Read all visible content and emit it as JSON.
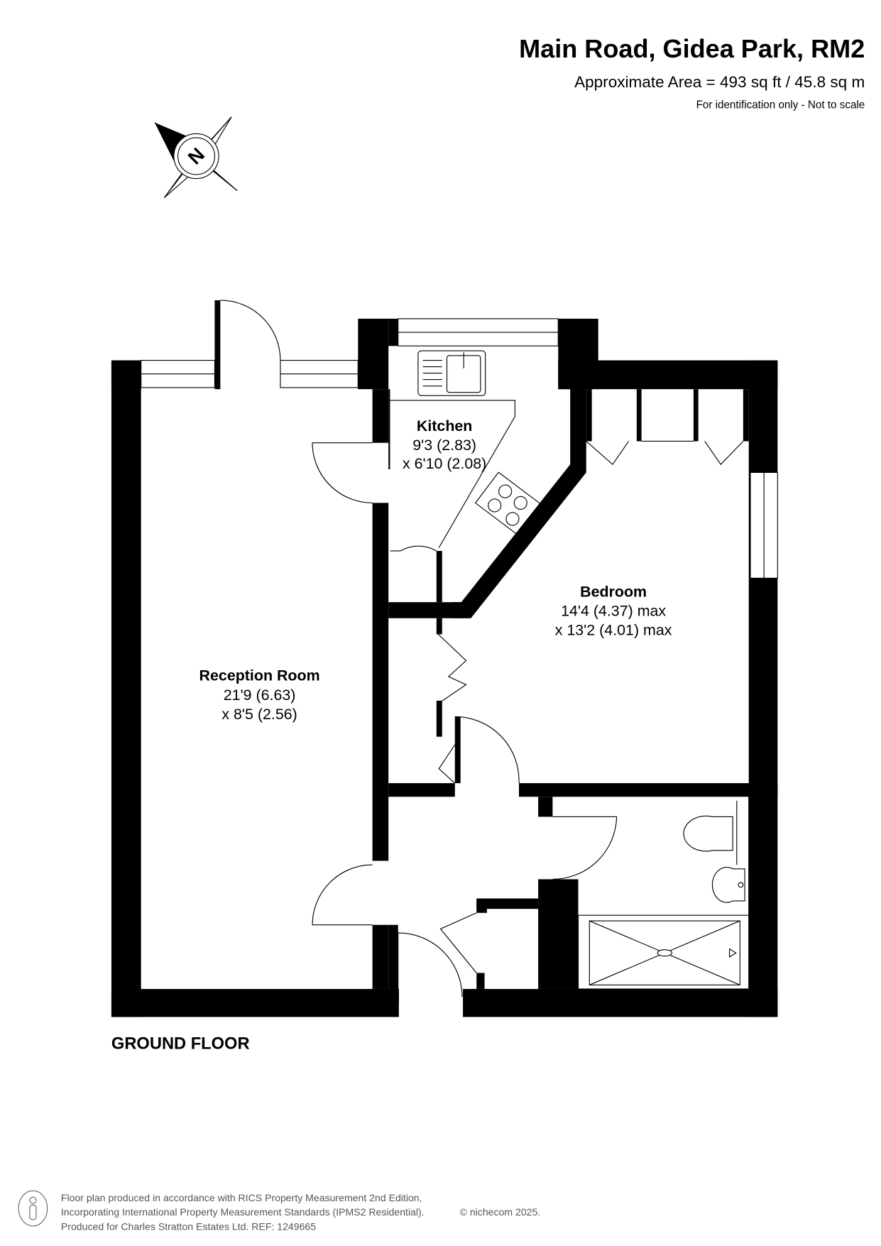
{
  "header": {
    "title": "Main Road, Gidea Park, RM2",
    "area": "Approximate Area = 493 sq ft / 45.8 sq m",
    "note": "For identification only - Not to scale"
  },
  "compass": {
    "letter": "N"
  },
  "rooms": {
    "kitchen": {
      "name": "Kitchen",
      "dim1": "9'3 (2.83)",
      "dim2": "x 6'10 (2.08)"
    },
    "bedroom": {
      "name": "Bedroom",
      "dim1": "14'4 (4.37) max",
      "dim2": "x 13'2 (4.01) max"
    },
    "reception": {
      "name": "Reception Room",
      "dim1": "21'9 (6.63)",
      "dim2": "x 8'5 (2.56)"
    }
  },
  "floor_label": "GROUND FLOOR",
  "footer": {
    "line1": "Floor plan produced in accordance with RICS Property Measurement 2nd Edition,",
    "line2": "Incorporating International Property Measurement Standards (IPMS2 Residential).",
    "copyright": "© nichecom 2025.",
    "line3": "Produced for Charles Stratton Estates Ltd.   REF: 1249665"
  },
  "colors": {
    "wall": "#000000",
    "footer_text": "#555555"
  }
}
